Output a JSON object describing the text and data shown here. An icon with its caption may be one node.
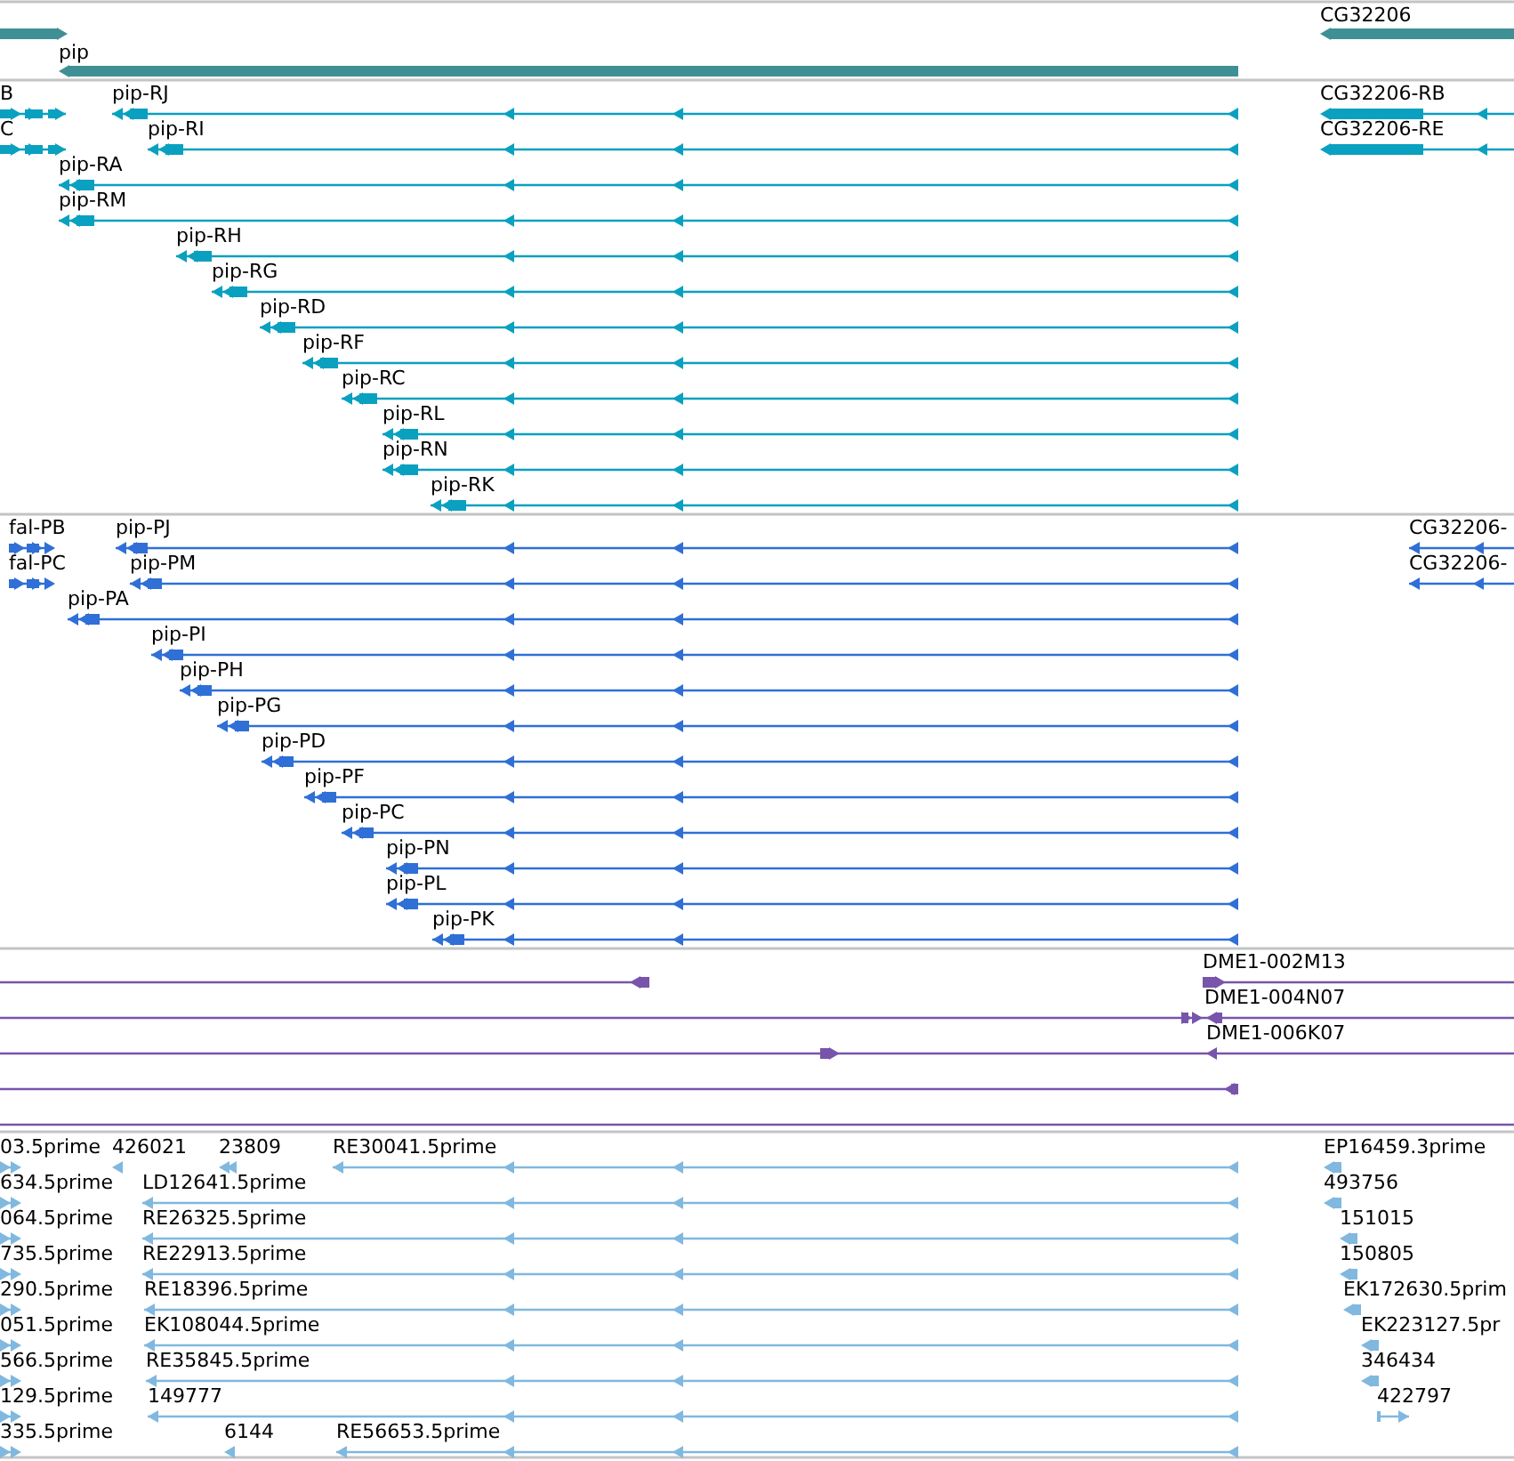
{
  "diagram": {
    "labels": [
      "CG32206",
      "pip",
      "B",
      "pip-RJ",
      "CG32206-RB",
      "C",
      "pip-RI",
      "CG32206-RE",
      "pip-RA",
      "pip-RM",
      "pip-RH",
      "pip-RG",
      "pip-RD",
      "pip-RF",
      "pip-RC",
      "pip-RL",
      "pip-RN",
      "pip-RK",
      "fal-PB",
      "pip-PJ",
      "CG32206-",
      "fal-PC",
      "pip-PM",
      "CG32206-",
      "pip-PA",
      "pip-PI",
      "pip-PH",
      "pip-PG",
      "pip-PD",
      "pip-PF",
      "pip-PC",
      "pip-PN",
      "pip-PL",
      "pip-PK",
      "DME1-002M13",
      "DME1-004N07",
      "DME1-006K07",
      "03.5prime",
      "426021",
      "23809",
      "RE30041.5prime",
      "EP16459.3prime",
      "634.5prime",
      "LD12641.5prime",
      "493756",
      "064.5prime",
      "RE26325.5prime",
      "151015",
      "735.5prime",
      "RE22913.5prime",
      "150805",
      "290.5prime",
      "RE18396.5prime",
      "EK172630.5prim",
      "051.5prime",
      "EK108044.5prime",
      "EK223127.5pr",
      "566.5prime",
      "RE35845.5prime",
      "346434",
      "129.5prime",
      "149777",
      "422797",
      "335.5prime",
      "6144",
      "RE56653.5prime"
    ]
  }
}
